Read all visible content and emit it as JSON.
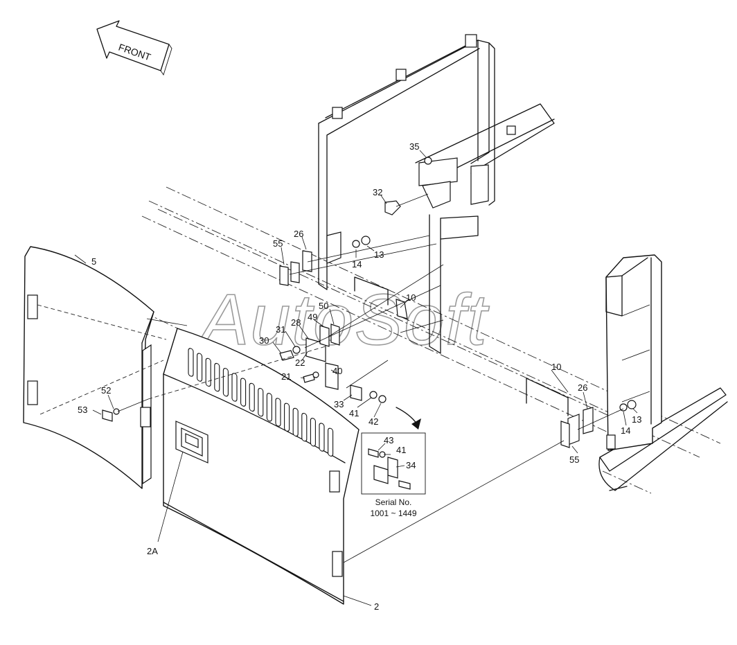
{
  "front_arrow": {
    "label": "FRONT"
  },
  "watermark": "AutoSoft",
  "inset": {
    "caption_line1": "Serial No.",
    "caption_line2": "1001 ~ 1449"
  },
  "callouts": [
    {
      "id": "c35",
      "text": "35"
    },
    {
      "id": "c32",
      "text": "32"
    },
    {
      "id": "c55a",
      "text": "55"
    },
    {
      "id": "c26a",
      "text": "26"
    },
    {
      "id": "c14a",
      "text": "14"
    },
    {
      "id": "c13a",
      "text": "13"
    },
    {
      "id": "c5",
      "text": "5"
    },
    {
      "id": "c50",
      "text": "50"
    },
    {
      "id": "c10a",
      "text": "10"
    },
    {
      "id": "c49",
      "text": "49"
    },
    {
      "id": "c28",
      "text": "28"
    },
    {
      "id": "c31",
      "text": "31"
    },
    {
      "id": "c30",
      "text": "30"
    },
    {
      "id": "c22",
      "text": "22"
    },
    {
      "id": "c21",
      "text": "21"
    },
    {
      "id": "c40",
      "text": "40"
    },
    {
      "id": "c33",
      "text": "33"
    },
    {
      "id": "c41a",
      "text": "41"
    },
    {
      "id": "c42",
      "text": "42"
    },
    {
      "id": "c52",
      "text": "52"
    },
    {
      "id": "c53",
      "text": "53"
    },
    {
      "id": "c43",
      "text": "43"
    },
    {
      "id": "c41b",
      "text": "41"
    },
    {
      "id": "c34",
      "text": "34"
    },
    {
      "id": "c10b",
      "text": "10"
    },
    {
      "id": "c26b",
      "text": "26"
    },
    {
      "id": "c13b",
      "text": "13"
    },
    {
      "id": "c14b",
      "text": "14"
    },
    {
      "id": "c55b",
      "text": "55"
    },
    {
      "id": "c2a",
      "text": "2A"
    },
    {
      "id": "c2",
      "text": "2"
    }
  ]
}
